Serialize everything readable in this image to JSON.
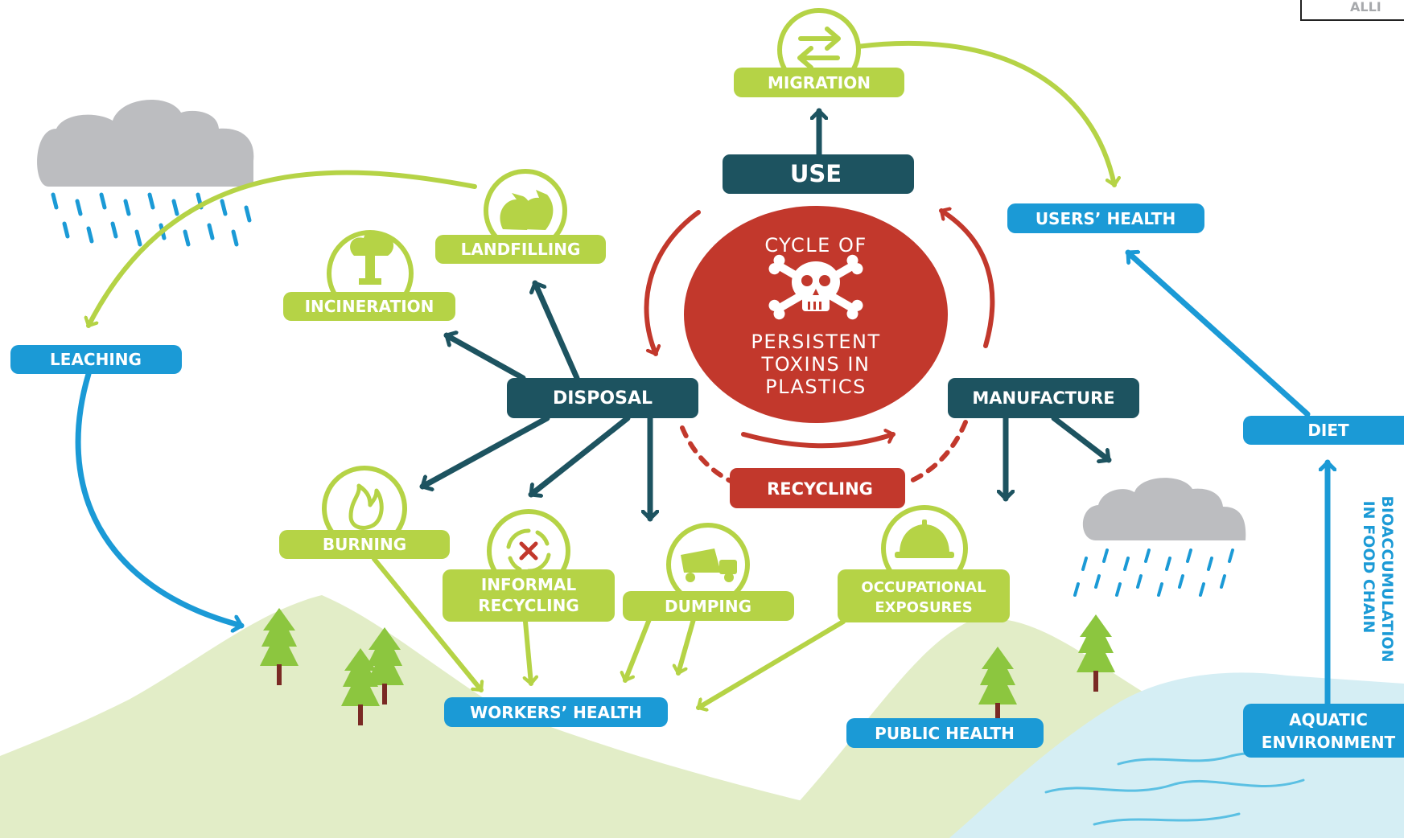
{
  "diagram": {
    "center": {
      "line1": "CYCLE OF",
      "line2": "PERSISTENT",
      "line3": "TOXINS IN",
      "line4": "PLASTICS",
      "icon": "skull-crossbones-icon"
    },
    "stages": {
      "use": "USE",
      "disposal": "DISPOSAL",
      "manufacture": "MANUFACTURE",
      "recycling": "RECYCLING"
    },
    "processes": {
      "migration": "MIGRATION",
      "landfilling": "LANDFILLING",
      "incineration": "INCINERATION",
      "burning": "BURNING",
      "informal_recycling_1": "INFORMAL",
      "informal_recycling_2": "RECYCLING",
      "dumping": "DUMPING",
      "occupational_1": "OCCUPATIONAL",
      "occupational_2": "EXPOSURES"
    },
    "impacts": {
      "users_health": "USERS’ HEALTH",
      "leaching": "LEACHING",
      "workers_health": "WORKERS’ HEALTH",
      "public_health": "PUBLIC HEALTH",
      "diet": "DIET",
      "aquatic_1": "AQUATIC",
      "aquatic_2": "ENVIRONMENT",
      "bioaccumulation_1": "BIOACCUMULATION",
      "bioaccumulation_2": "IN FOOD CHAIN"
    },
    "logo_fragment": "ALLI",
    "colors": {
      "dark_teal": "#1d5360",
      "green": "#b5d346",
      "blue": "#1b9ad6",
      "red": "#c2382c",
      "cloud": "#bcbdc0",
      "hill": "#e2edc7",
      "water": "#d5eef4",
      "tree": "#8cc63f",
      "trunk": "#7a2a24"
    }
  }
}
